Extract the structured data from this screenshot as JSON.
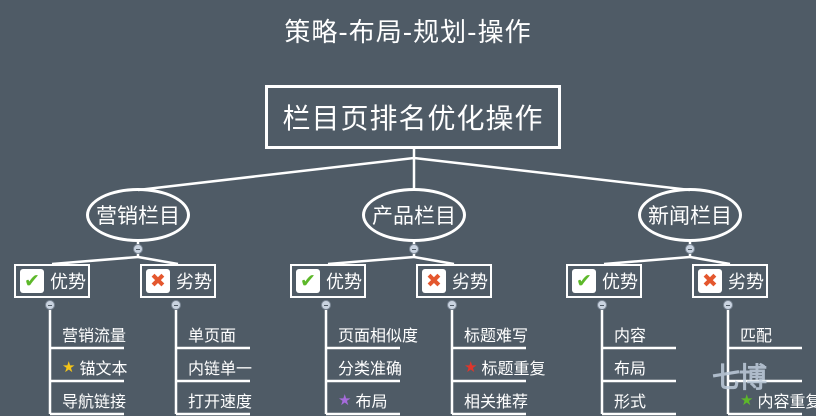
{
  "title": "策略-布局-规划-操作",
  "root": "栏目页排名优化操作",
  "columns": [
    {
      "label": "营销栏目",
      "pros": {
        "label": "优势",
        "items": [
          {
            "text": "营销流量",
            "icon": ""
          },
          {
            "text": "锚文本",
            "icon": "star",
            "icon_color": "#f5c518"
          },
          {
            "text": "导航链接",
            "icon": ""
          }
        ]
      },
      "cons": {
        "label": "劣势",
        "items": [
          {
            "text": "单页面",
            "icon": ""
          },
          {
            "text": "内链单一",
            "icon": ""
          },
          {
            "text": "打开速度",
            "icon": ""
          }
        ]
      }
    },
    {
      "label": "产品栏目",
      "pros": {
        "label": "优势",
        "items": [
          {
            "text": "页面相似度",
            "icon": ""
          },
          {
            "text": "分类准确",
            "icon": ""
          },
          {
            "text": "布局",
            "icon": "star",
            "icon_color": "#a66bdc"
          }
        ]
      },
      "cons": {
        "label": "劣势",
        "items": [
          {
            "text": "标题难写",
            "icon": ""
          },
          {
            "text": "标题重复",
            "icon": "star",
            "icon_color": "#e0352b"
          },
          {
            "text": "相关推荐",
            "icon": ""
          }
        ]
      }
    },
    {
      "label": "新闻栏目",
      "pros": {
        "label": "优势",
        "items": [
          {
            "text": "内容",
            "icon": ""
          },
          {
            "text": "布局",
            "icon": ""
          },
          {
            "text": "形式",
            "icon": ""
          }
        ]
      },
      "cons": {
        "label": "劣势",
        "items": [
          {
            "text": "匹配",
            "icon": ""
          },
          {
            "text": "",
            "icon": ""
          },
          {
            "text": "内容重复",
            "icon": "star",
            "icon_color": "#5db82a"
          }
        ]
      }
    }
  ],
  "watermark": "七博",
  "colors": {
    "background": "#4f5b66",
    "line": "#ffffff",
    "pro_check": "#5db82a",
    "con_cross": "#e4572e"
  }
}
